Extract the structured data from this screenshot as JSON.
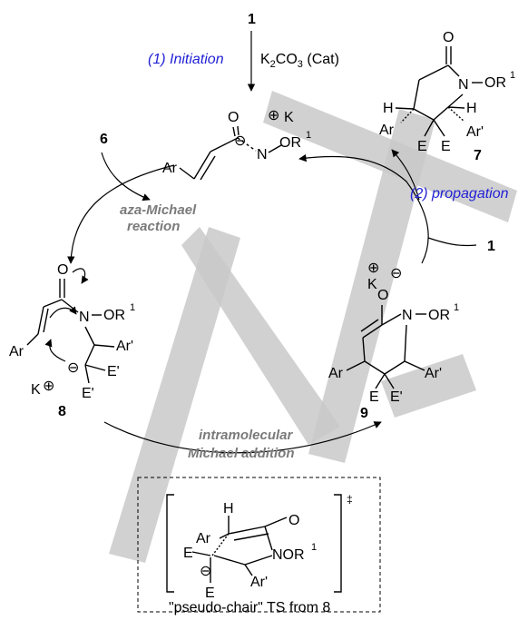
{
  "top": {
    "compound_1": "1",
    "initiation": "(1) Initiation",
    "reagent": "K2CO3 (Cat)"
  },
  "compound_6": "6",
  "propagation": "(2) propagation",
  "compound_1_right": "1",
  "aza_michael": [
    "aza-Michael",
    "reaction"
  ],
  "intramolecular": [
    "intramolecular",
    "Michael addition"
  ],
  "labels": {
    "c7": "7",
    "c8": "8",
    "c9": "9"
  },
  "atoms": {
    "O": "O",
    "N": "N",
    "H": "H",
    "K": "K",
    "E": "E",
    "Eprime": "E'",
    "Ar": "Ar",
    "Arprime": "Ar'",
    "OR": "OR",
    "sup1": "1",
    "NOR": "NOR",
    "minus": "⊖",
    "plus": "⊕"
  },
  "ts": {
    "caption": "\"pseudo-chair\" TS from 8",
    "dagger": "‡"
  }
}
